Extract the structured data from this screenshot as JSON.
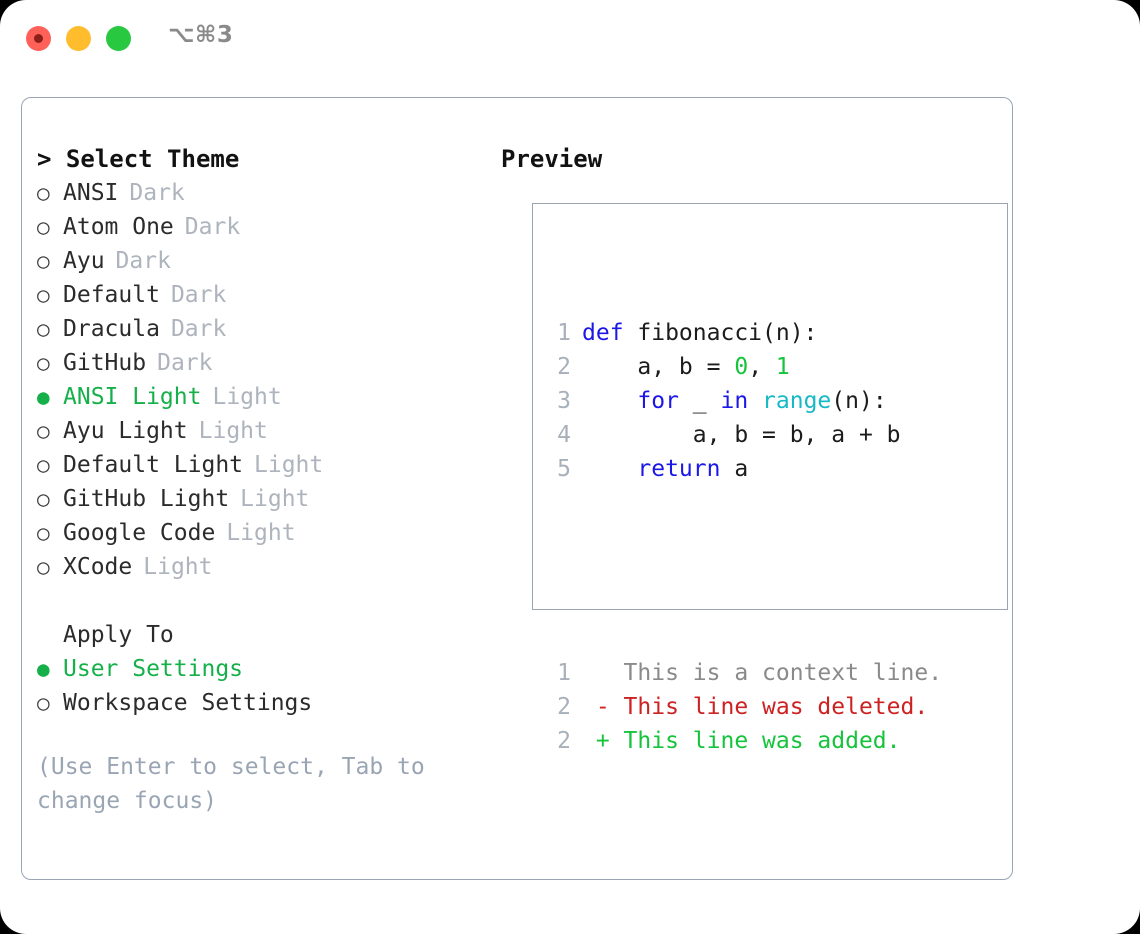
{
  "window": {
    "shortcut_label": "⌥⌘3",
    "traffic_lights": [
      "close",
      "minimize",
      "zoom"
    ]
  },
  "theme_panel": {
    "heading": "> Select Theme",
    "bullet_selected": "●",
    "bullet_unselected": "○",
    "items": [
      {
        "name": "ANSI",
        "tag": "Dark",
        "selected": false
      },
      {
        "name": "Atom One",
        "tag": "Dark",
        "selected": false
      },
      {
        "name": "Ayu",
        "tag": "Dark",
        "selected": false
      },
      {
        "name": "Default",
        "tag": "Dark",
        "selected": false
      },
      {
        "name": "Dracula",
        "tag": "Dark",
        "selected": false
      },
      {
        "name": "GitHub",
        "tag": "Dark",
        "selected": false
      },
      {
        "name": "ANSI Light",
        "tag": "Light",
        "selected": true
      },
      {
        "name": "Ayu Light",
        "tag": "Light",
        "selected": false
      },
      {
        "name": "Default Light",
        "tag": "Light",
        "selected": false
      },
      {
        "name": "GitHub Light",
        "tag": "Light",
        "selected": false
      },
      {
        "name": "Google Code",
        "tag": "Light",
        "selected": false
      },
      {
        "name": "XCode",
        "tag": "Light",
        "selected": false
      }
    ]
  },
  "apply_to": {
    "heading": "Apply To",
    "options": [
      {
        "label": "User Settings",
        "selected": true
      },
      {
        "label": "Workspace Settings",
        "selected": false
      }
    ]
  },
  "hint": "(Use Enter to select, Tab to change focus)",
  "preview": {
    "heading": "Preview",
    "code_lines": [
      {
        "num": "1",
        "segments": [
          {
            "text": "def",
            "style": "kw"
          },
          {
            "text": " fibonacci(n):",
            "style": "plain"
          }
        ]
      },
      {
        "num": "2",
        "segments": [
          {
            "text": "    a, b = ",
            "style": "plain"
          },
          {
            "text": "0",
            "style": "num"
          },
          {
            "text": ", ",
            "style": "plain"
          },
          {
            "text": "1",
            "style": "num"
          }
        ]
      },
      {
        "num": "3",
        "segments": [
          {
            "text": "    ",
            "style": "plain"
          },
          {
            "text": "for",
            "style": "kw"
          },
          {
            "text": " _ ",
            "style": "plain"
          },
          {
            "text": "in",
            "style": "kw"
          },
          {
            "text": " ",
            "style": "plain"
          },
          {
            "text": "range",
            "style": "fn"
          },
          {
            "text": "(n):",
            "style": "plain"
          }
        ]
      },
      {
        "num": "4",
        "segments": [
          {
            "text": "        a, b = b, a + b",
            "style": "plain"
          }
        ]
      },
      {
        "num": "5",
        "segments": [
          {
            "text": "    ",
            "style": "plain"
          },
          {
            "text": "return",
            "style": "kw"
          },
          {
            "text": " a",
            "style": "plain"
          }
        ]
      }
    ],
    "diff_lines": [
      {
        "num": "1",
        "marker": " ",
        "text": " This is a context line.",
        "kind": "ctx"
      },
      {
        "num": "2",
        "marker": "-",
        "text": " This line was deleted.",
        "kind": "del"
      },
      {
        "num": "2",
        "marker": "+",
        "text": " This line was added.",
        "kind": "add"
      }
    ]
  },
  "colors": {
    "accent_green": "#16b04a",
    "keyword_blue": "#1b17e6",
    "function_cyan": "#16b9c4",
    "number_green": "#16c43c",
    "diff_delete_red": "#cc2222",
    "diff_add_green": "#16c43c",
    "muted_gray": "#aeb4bd",
    "border_gray": "#9aa5b4"
  }
}
